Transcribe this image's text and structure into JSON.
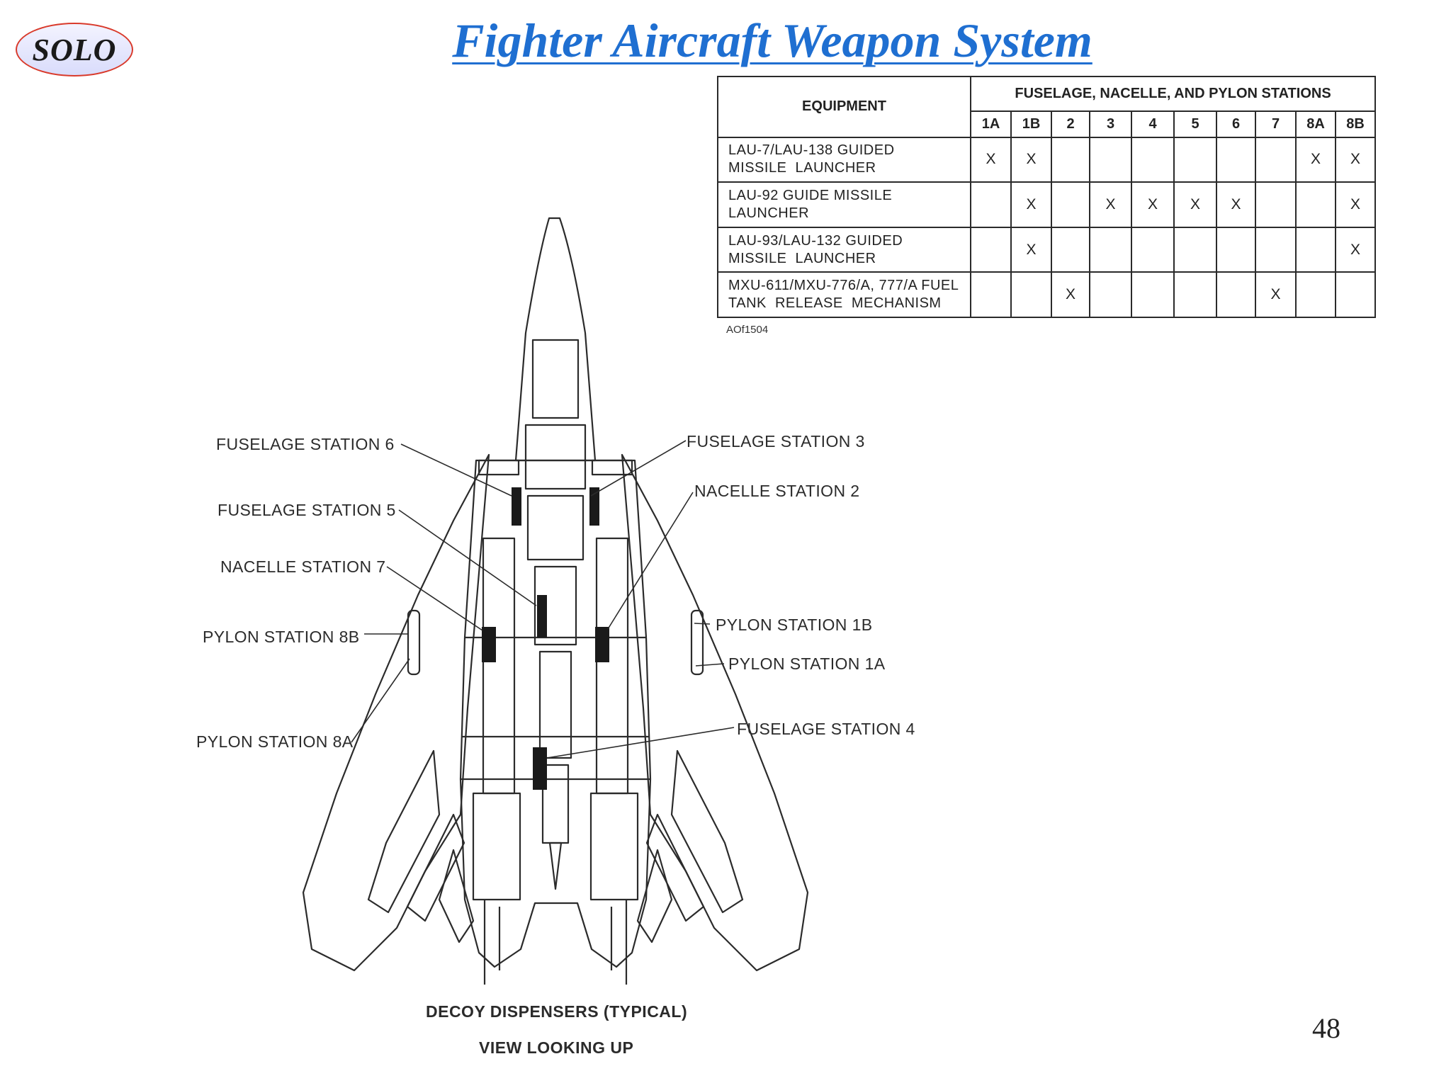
{
  "logo": "SOLO",
  "title": "Fighter Aircraft Weapon System",
  "table": {
    "equipment_header": "EQUIPMENT",
    "stations_header": "FUSELAGE, NACELLE, AND PYLON STATIONS",
    "stations": [
      "1A",
      "1B",
      "2",
      "3",
      "4",
      "5",
      "6",
      "7",
      "8A",
      "8B"
    ],
    "rows": [
      {
        "line1": "LAU-7/LAU-138 GUIDED",
        "line2": "MISSILE  LAUNCHER",
        "marks": [
          "X",
          "X",
          "",
          "",
          "",
          "",
          "",
          "",
          "X",
          "X"
        ]
      },
      {
        "line1": "LAU-92 GUIDE MISSILE",
        "line2": "LAUNCHER",
        "marks": [
          "",
          "X",
          "",
          "X",
          "X",
          "X",
          "X",
          "",
          "",
          "X"
        ]
      },
      {
        "line1": "LAU-93/LAU-132 GUIDED",
        "line2": "MISSILE  LAUNCHER",
        "marks": [
          "",
          "X",
          "",
          "",
          "",
          "",
          "",
          "",
          "",
          "X"
        ]
      },
      {
        "line1": "MXU-611/MXU-776/A, 777/A FUEL",
        "line2": "TANK  RELEASE  MECHANISM",
        "marks": [
          "",
          "",
          "X",
          "",
          "",
          "",
          "",
          "X",
          "",
          ""
        ]
      }
    ],
    "footnote": "AOf1504"
  },
  "labels": {
    "fs6": "FUSELAGE STATION 6",
    "fs5": "FUSELAGE STATION 5",
    "ns7": "NACELLE STATION 7",
    "ps8b": "PYLON STATION 8B",
    "ps8a": "PYLON STATION 8A",
    "fs3": "FUSELAGE STATION 3",
    "ns2": "NACELLE STATION 2",
    "ps1b": "PYLON STATION 1B",
    "ps1a": "PYLON STATION 1A",
    "fs4": "FUSELAGE STATION 4"
  },
  "captions": {
    "decoy": "DECOY DISPENSERS (TYPICAL)",
    "view": "VIEW LOOKING UP"
  },
  "page_number": "48"
}
